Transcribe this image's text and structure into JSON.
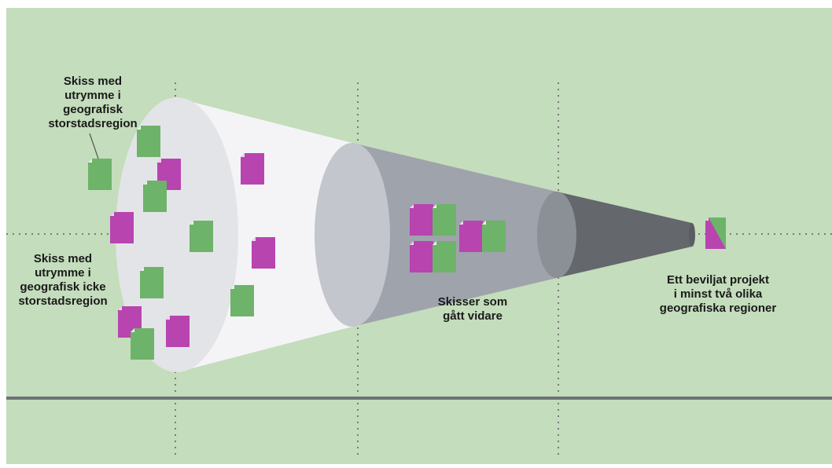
{
  "labels": {
    "metro_sketch": "Skiss med\nutrymme i\ngeografisk\nstorstadsregion",
    "non_metro_sketch": "Skiss med\nutrymme i\ngeografisk icke\nstorstadsregion",
    "advanced": "Skisser som\ngått vidare",
    "granted": "Ett beviljat projekt\ni minst två olika\ngeografiska regioner"
  },
  "colors": {
    "background": "#c4ddbc",
    "green_doc": "#6eb36a",
    "magenta_doc": "#b844b0",
    "axis": "#6d7278",
    "dots": "#7a7a7a"
  }
}
